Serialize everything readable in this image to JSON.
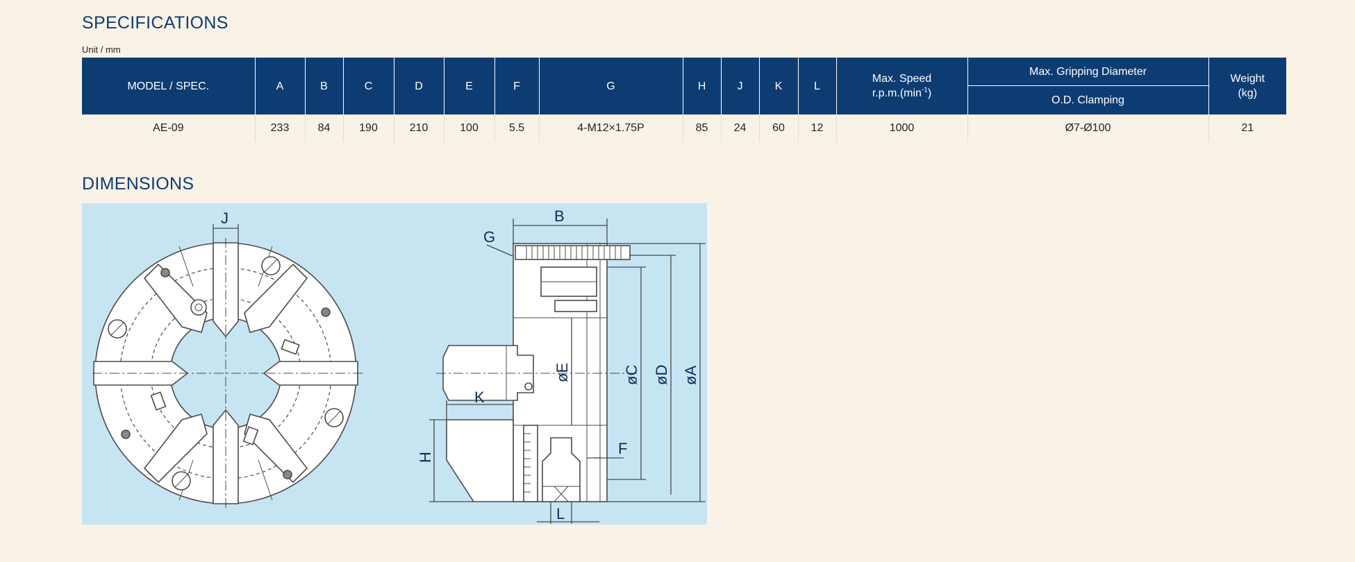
{
  "specifications": {
    "title": "SPECIFICATIONS",
    "unit_note": "Unit / mm",
    "headers": {
      "model": "MODEL / SPEC.",
      "a": "A",
      "b": "B",
      "c": "C",
      "d": "D",
      "e": "E",
      "f": "F",
      "g": "G",
      "h": "H",
      "j": "J",
      "k": "K",
      "l": "L",
      "max_speed_line1": "Max. Speed",
      "max_speed_line2": "r.p.m.(min",
      "max_speed_sup": "-1",
      "max_speed_close": ")",
      "gripping": "Max. Gripping Diameter",
      "od_clamping": "O.D. Clamping",
      "weight_line1": "Weight",
      "weight_line2": "(kg)"
    },
    "rows": [
      {
        "model": "AE-09",
        "a": "233",
        "b": "84",
        "c": "190",
        "d": "210",
        "e": "100",
        "f": "5.5",
        "g": "4-M12×1.75P",
        "h": "85",
        "j": "24",
        "k": "60",
        "l": "12",
        "max_speed": "1000",
        "od_clamping": "Ø7-Ø100",
        "weight": "21"
      }
    ]
  },
  "dimensions": {
    "title": "DIMENSIONS",
    "labels": {
      "j": "J",
      "b": "B",
      "g": "G",
      "k": "K",
      "h": "H",
      "l": "L",
      "f": "F",
      "e": "øE",
      "c": "øC",
      "d": "øD",
      "a": "øA"
    }
  },
  "colors": {
    "brand_blue": "#0d3c73",
    "page_background": "#f9f2e7",
    "drawing_background": "#c7e4f3"
  }
}
